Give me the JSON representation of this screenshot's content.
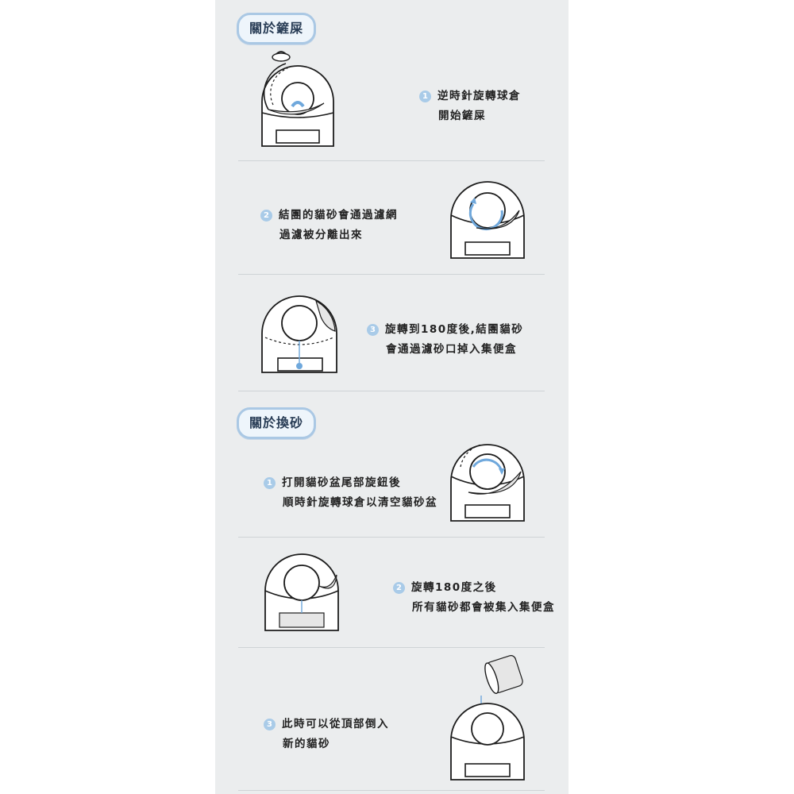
{
  "section1": {
    "title": "關於鏟屎",
    "steps": [
      {
        "num": "1",
        "line1": "逆時針旋轉球倉",
        "line2": "開始鏟屎"
      },
      {
        "num": "2",
        "line1": "結團的貓砂會通過濾網",
        "line2": "過濾被分離出來"
      },
      {
        "num": "3",
        "line1": "旋轉到180度後,結團貓砂",
        "line2": "會通過濾砂口掉入集便盒"
      }
    ]
  },
  "section2": {
    "title": "關於換砂",
    "steps": [
      {
        "num": "1",
        "line1": "打開貓砂盆尾部旋鈕後",
        "line2": "順時針旋轉球倉以清空貓砂盆"
      },
      {
        "num": "2",
        "line1": "旋轉180度之後",
        "line2": "所有貓砂都會被集入集便盒"
      },
      {
        "num": "3",
        "line1": "此時可以從頂部倒入",
        "line2": "新的貓砂"
      }
    ]
  },
  "colors": {
    "panel": "#ebedee",
    "badge_border": "#aac8e4",
    "number_circle": "#a9cbe8",
    "arrow": "#6fa8dc"
  },
  "icons": [
    "litter-box-illustration",
    "rotate-arrow-icon",
    "sand-bag-icon"
  ]
}
